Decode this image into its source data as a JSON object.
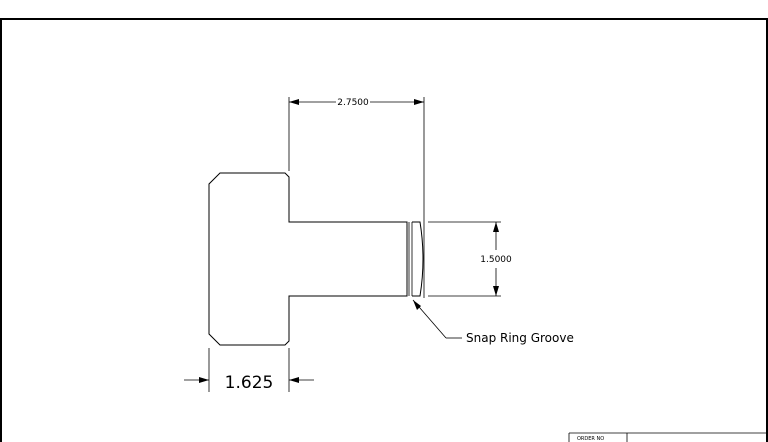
{
  "dimensions": {
    "top_length": "2.7500",
    "right_height": "1.5000",
    "bottom_width": "1.625"
  },
  "callout": {
    "label": "Snap Ring Groove"
  },
  "title_block": {
    "order_no_label": "ORDER NO"
  }
}
